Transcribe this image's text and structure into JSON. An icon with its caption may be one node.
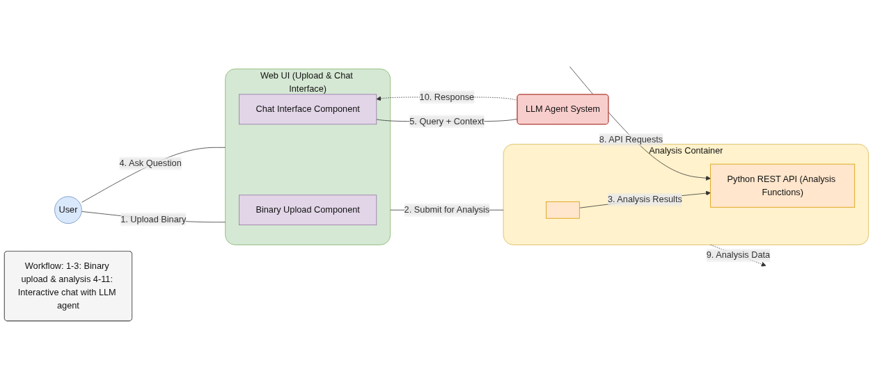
{
  "diagram": {
    "nodes": [
      {
        "text": [
          "User"
        ]
      },
      {
        "text": [
          "Web UI (Upload & Chat Interface)"
        ]
      },
      {
        "text": [
          "Binary Upload Component"
        ],
        "in": 1
      },
      {
        "text": [
          "Chat Interface Component"
        ],
        "in": 1
      },
      {
        "text": [
          "Analysis Container"
        ]
      },
      {
        "text": [],
        "shape": "box",
        "in": 4
      },
      {
        "text": [
          "Python REST API (Analysis Functions)"
        ],
        "in": 4
      },
      {
        "text": [
          "Workflow: 1-3: Binary upload & analysis 4-11: Interactive chat with LLM agent"
        ]
      },
      {
        "text": [
          "LLM Agent System"
        ]
      }
    ],
    "edges": [
      {
        "from": 0,
        "to": 1,
        "arrow": "none",
        "label": "1. Upload Binary"
      },
      {
        "from": 1,
        "to": 4,
        "arrow": "none",
        "label": "2. Submit for Analysis"
      },
      {
        "from": 5,
        "to": 6,
        "arrow": "to",
        "label": "3. Analysis Results"
      },
      {
        "from": 0,
        "to": 1,
        "arrow": "none",
        "label": "4. Ask Question"
      },
      {
        "from": 3,
        "to": 8,
        "arrow": "none",
        "label": "5. Query + Context"
      },
      {
        "from": null,
        "to": 6,
        "arrow": "to",
        "label": "8. API Requests"
      },
      {
        "from": 4,
        "to": null,
        "arrow": "to",
        "label": "9. Analysis Data",
        "style": "dashed"
      },
      {
        "from": 8,
        "to": 3,
        "arrow": "to",
        "label": "10. Response",
        "style": "dashed"
      }
    ]
  }
}
